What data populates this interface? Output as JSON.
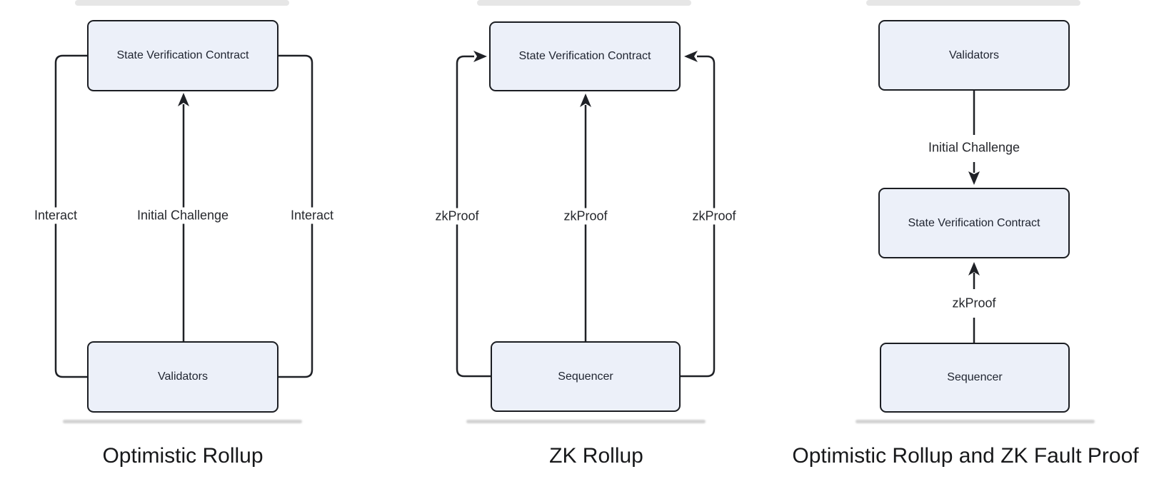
{
  "colors": {
    "background": "#ffffff",
    "node_fill": "#ECF0F9",
    "node_border": "#1b1d22",
    "line": "#1f2126",
    "label_text": "#26282d",
    "title_text": "#17181a"
  },
  "diagrams": [
    {
      "title": "Optimistic Rollup",
      "nodes": {
        "top": "State Verification Contract",
        "bottom": "Validators"
      },
      "edges": {
        "left": "Interact",
        "center": "Initial Challenge",
        "right": "Interact"
      }
    },
    {
      "title": "ZK Rollup",
      "nodes": {
        "top": "State Verification Contract",
        "bottom": "Sequencer"
      },
      "edges": {
        "left": "zkProof",
        "center": "zkProof",
        "right": "zkProof"
      }
    },
    {
      "title": "Optimistic Rollup and ZK Fault Proof",
      "nodes": {
        "top": "Validators",
        "middle": "State Verification Contract",
        "bottom": "Sequencer"
      },
      "edges": {
        "top": "Initial Challenge",
        "bottom": "zkProof"
      }
    }
  ]
}
